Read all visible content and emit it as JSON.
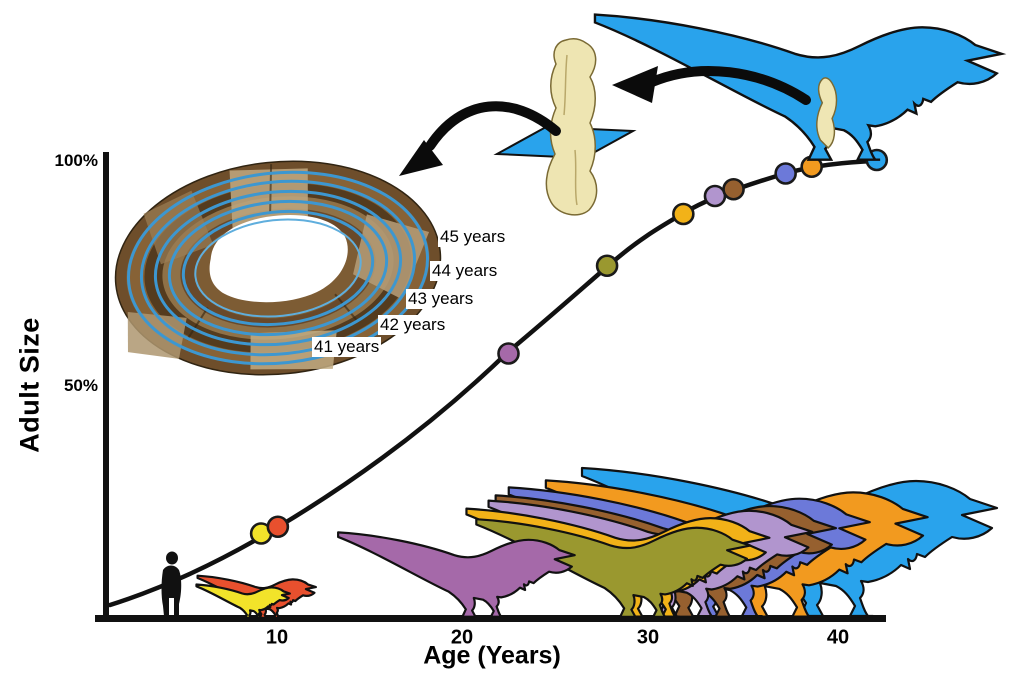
{
  "figure": {
    "description": "Dinosaur growth-curve diagram: adult size vs age with sigmoidal curve, colored specimen points, size-ordered dinosaur silhouettes, human for scale, and bone histology cross-section showing annual growth rings",
    "y_axis": {
      "label": "Adult Size",
      "ticks": [
        "100%",
        "50%"
      ]
    },
    "x_axis": {
      "label": "Age (Years)",
      "ticks": [
        "10",
        "20",
        "30",
        "40"
      ]
    },
    "histology": {
      "ring_labels": [
        "45 years",
        "44 years",
        "43 years",
        "42 years",
        "41 years"
      ]
    },
    "colors": {
      "curve": "#111111",
      "axis": "#111111",
      "cut_plane_blue": "#29A3EC",
      "bone_cream": "#EFE6B4",
      "ring_line_blue": "#3D97D0",
      "section_bone_brown": "#6E4E2B",
      "silhouette_black": "#111111"
    }
  },
  "chart_data": {
    "type": "line",
    "title": "",
    "xlabel": "Age (Years)",
    "ylabel": "Adult Size",
    "x_ticks": [
      10,
      20,
      30,
      40
    ],
    "y_ticks_pct": [
      100,
      50
    ],
    "xlim": [
      0,
      45
    ],
    "ylim_pct": [
      0,
      100
    ],
    "curve_shape": "sigmoidal growth curve from ~2% at age 0 to 100% at age ~42",
    "specimens": [
      {
        "color_name": "yellow",
        "hex": "#F2E32A",
        "age_years": 9.2,
        "adult_size_pct": 17
      },
      {
        "color_name": "red",
        "hex": "#E8502E",
        "age_years": 10.1,
        "adult_size_pct": 18.5
      },
      {
        "color_name": "purple",
        "hex": "#A569A9",
        "age_years": 22.5,
        "adult_size_pct": 57
      },
      {
        "color_name": "olive",
        "hex": "#9A982F",
        "age_years": 27.8,
        "adult_size_pct": 76.5
      },
      {
        "color_name": "gold",
        "hex": "#F2B218",
        "age_years": 31.9,
        "adult_size_pct": 88
      },
      {
        "color_name": "lavender",
        "hex": "#B195CE",
        "age_years": 33.6,
        "adult_size_pct": 92
      },
      {
        "color_name": "brown",
        "hex": "#96602F",
        "age_years": 34.6,
        "adult_size_pct": 93.5
      },
      {
        "color_name": "periwinkle",
        "hex": "#6C79D9",
        "age_years": 37.4,
        "adult_size_pct": 97
      },
      {
        "color_name": "orange",
        "hex": "#F29A1F",
        "age_years": 38.8,
        "adult_size_pct": 98.5
      },
      {
        "color_name": "blue",
        "hex": "#29A3EC",
        "age_years": 42.3,
        "adult_size_pct": 100
      }
    ],
    "ring_ages_years": [
      41,
      42,
      43,
      44,
      45
    ]
  }
}
